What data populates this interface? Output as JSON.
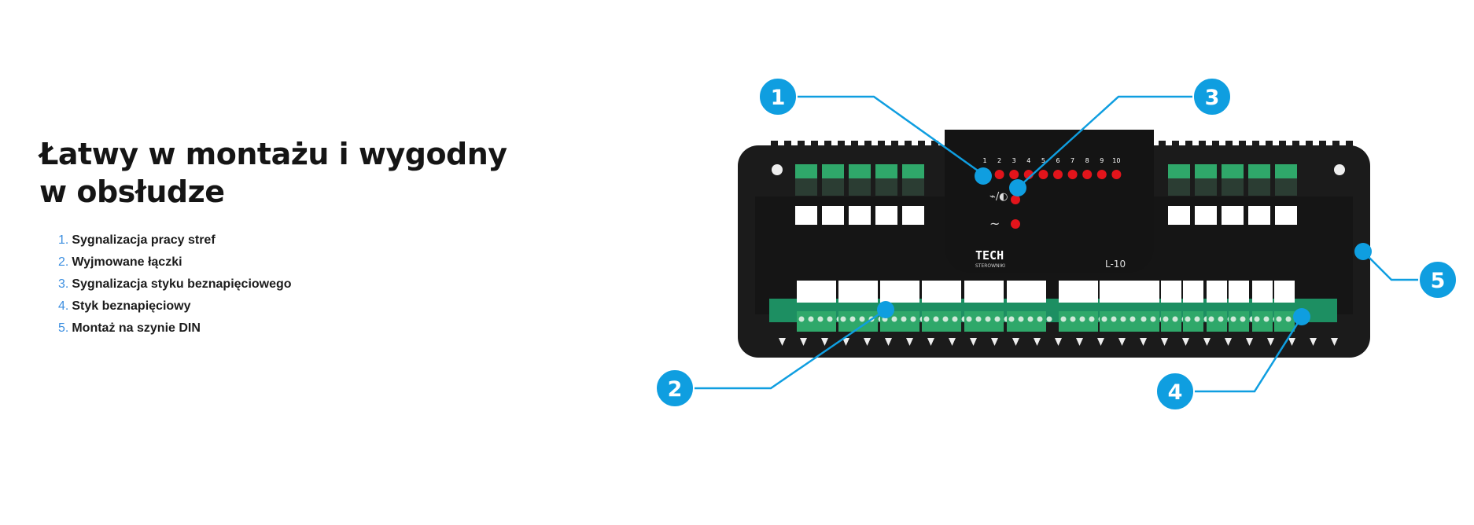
{
  "section": {
    "title": "Łatwy w montażu i wygodny w obsłudze",
    "features": [
      {
        "num": "1.",
        "label": "Sygnalizacja pracy stref"
      },
      {
        "num": "2.",
        "label": "Wyjmowane łączki"
      },
      {
        "num": "3.",
        "label": "Sygnalizacja styku beznapięciowego"
      },
      {
        "num": "4.",
        "label": "Styk beznapięciowy"
      },
      {
        "num": "5.",
        "label": "Montaż na szynie DIN"
      }
    ]
  },
  "device": {
    "brand": "TECH",
    "brand_sub": "STEROWNIKI",
    "model": "L-10",
    "led_numbers": [
      "1",
      "2",
      "3",
      "4",
      "5",
      "6",
      "7",
      "8",
      "9",
      "10"
    ],
    "callouts": [
      "1",
      "2",
      "3",
      "4",
      "5"
    ],
    "colors": {
      "callout": "#0f9ee0",
      "body": "#1b1b1b",
      "led": "#e3141b",
      "terminal": "#2fa86a",
      "pcb": "#1d8f62"
    }
  }
}
